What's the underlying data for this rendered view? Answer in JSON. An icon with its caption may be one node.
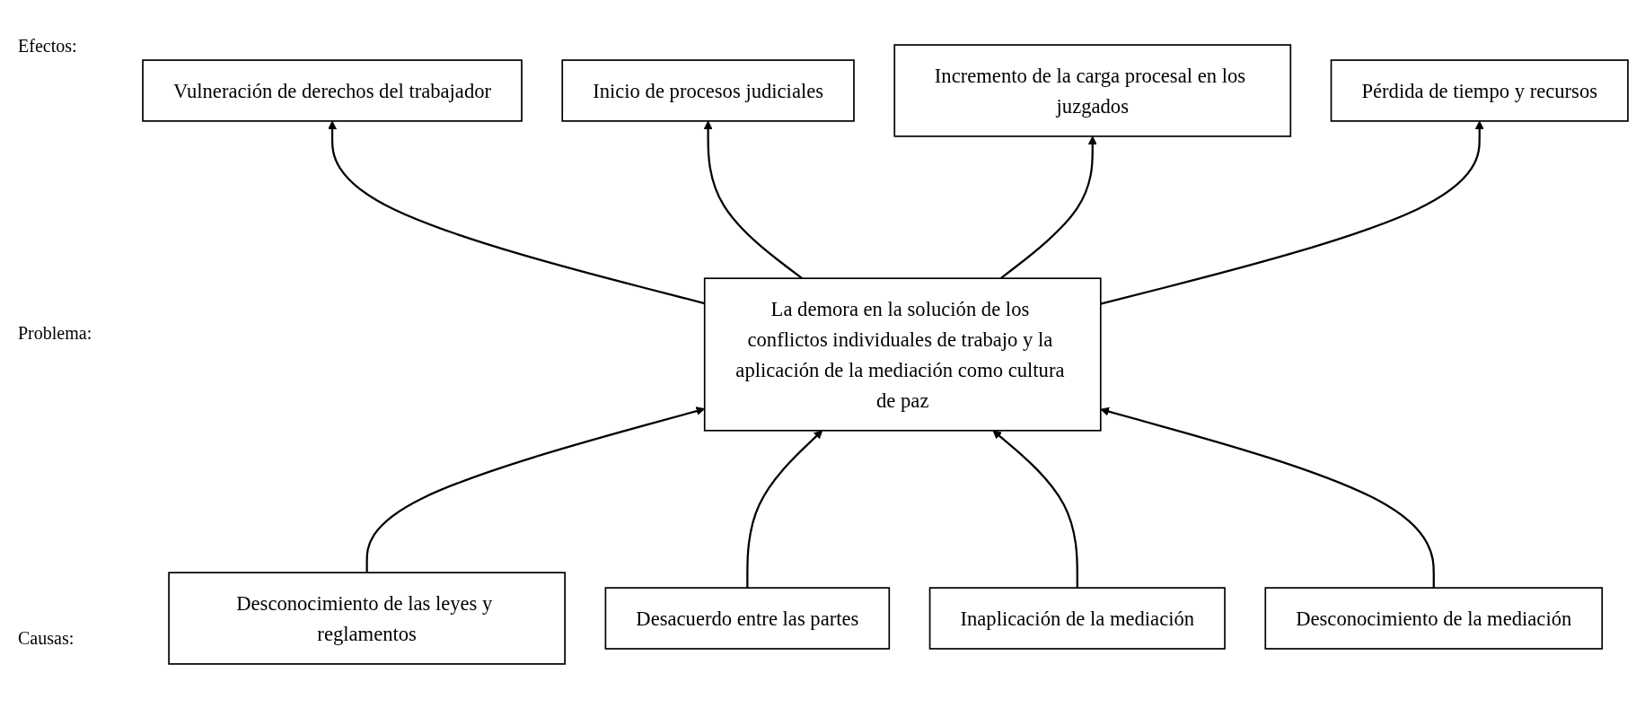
{
  "diagram": {
    "nodes": [
      {
        "text": [
          "Vulneración de derechos del trabajador"
        ]
      },
      {
        "text": [
          "Inicio de procesos judiciales"
        ]
      },
      {
        "text": [
          "Incremento de la carga procesal en los juzgados"
        ]
      },
      {
        "text": [
          "Pérdida de tiempo y recursos"
        ]
      },
      {
        "text": [
          "La demora en la solución de los conflictos individuales de trabajo y la aplicación de la mediación como cultura de paz"
        ]
      },
      {
        "text": [
          "Desconocimiento de las leyes y reglamentos"
        ]
      },
      {
        "text": [
          "Desacuerdo entre las partes"
        ]
      },
      {
        "text": [
          "Inaplicación de la mediación"
        ]
      },
      {
        "text": [
          "Desconocimiento de la mediación"
        ]
      }
    ],
    "edges": [
      {
        "from": 4,
        "to": 0,
        "arrow": "to"
      },
      {
        "from": 4,
        "to": 1,
        "arrow": "to"
      },
      {
        "from": 4,
        "to": 2,
        "arrow": "to"
      },
      {
        "from": 4,
        "to": 3,
        "arrow": "to"
      },
      {
        "from": 5,
        "to": 4,
        "arrow": "to"
      },
      {
        "from": 6,
        "to": 4,
        "arrow": "to"
      },
      {
        "from": 7,
        "to": 4,
        "arrow": "to"
      },
      {
        "from": 8,
        "to": 4,
        "arrow": "to"
      }
    ],
    "labels": [
      "Efectos:",
      "Problema:",
      "Causas:"
    ]
  }
}
